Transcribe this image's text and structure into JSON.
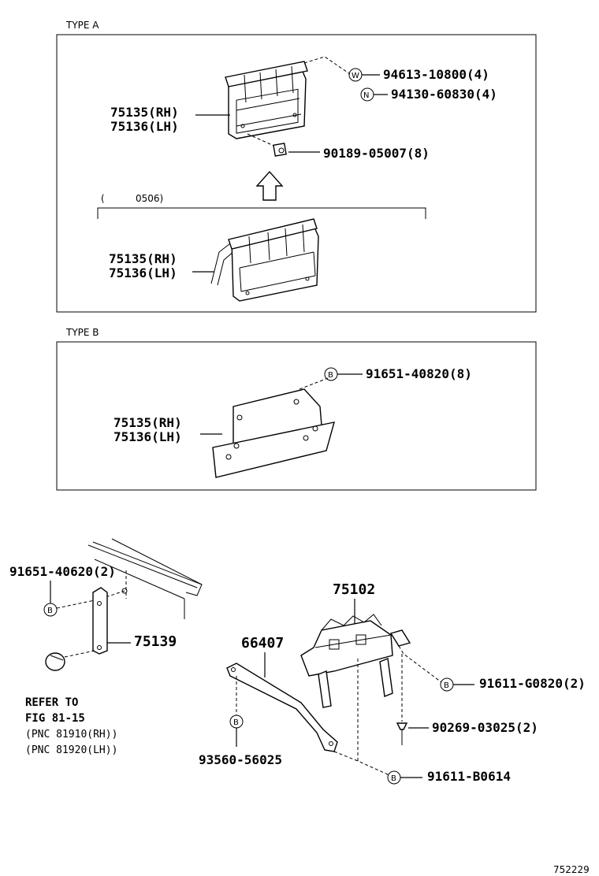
{
  "type_a": {
    "label": "TYPE A",
    "bracket_rh": "75135(RH)",
    "bracket_lh": "75136(LH)",
    "washer_symbol": "W",
    "washer_part": "94613-10800(4)",
    "nut_symbol": "N",
    "nut_part": "94130-60830(4)",
    "clip_part": "90189-05007(8)",
    "range_open": "(",
    "range_code": "0506)",
    "old_bracket_rh": "75135(RH)",
    "old_bracket_lh": "75136(LH)"
  },
  "type_b": {
    "label": "TYPE B",
    "bolt_symbol": "B",
    "bolt_part": "91651-40820(8)",
    "bracket_rh": "75135(RH)",
    "bracket_lh": "75136(LH)"
  },
  "lower": {
    "bolt_left_part": "91651-40620(2)",
    "bolt_left_symbol": "B",
    "bracket_part": "75139",
    "refer_line1": "REFER TO",
    "refer_line2": "FIG 81-15",
    "refer_line3": "(PNC 81910(RH))",
    "refer_line4": "(PNC 81920(LH))",
    "emblem_part": "75102",
    "stay_part": "66407",
    "bolt_g_symbol": "B",
    "bolt_g_part": "91611-G0820(2)",
    "screw_part": "90269-03025(2)",
    "bolt_stay_symbol": "B",
    "bolt_stay_part": "93560-56025",
    "bolt_b_symbol": "B",
    "bolt_b_part": "91611-B0614"
  },
  "illustration_code": "752229"
}
